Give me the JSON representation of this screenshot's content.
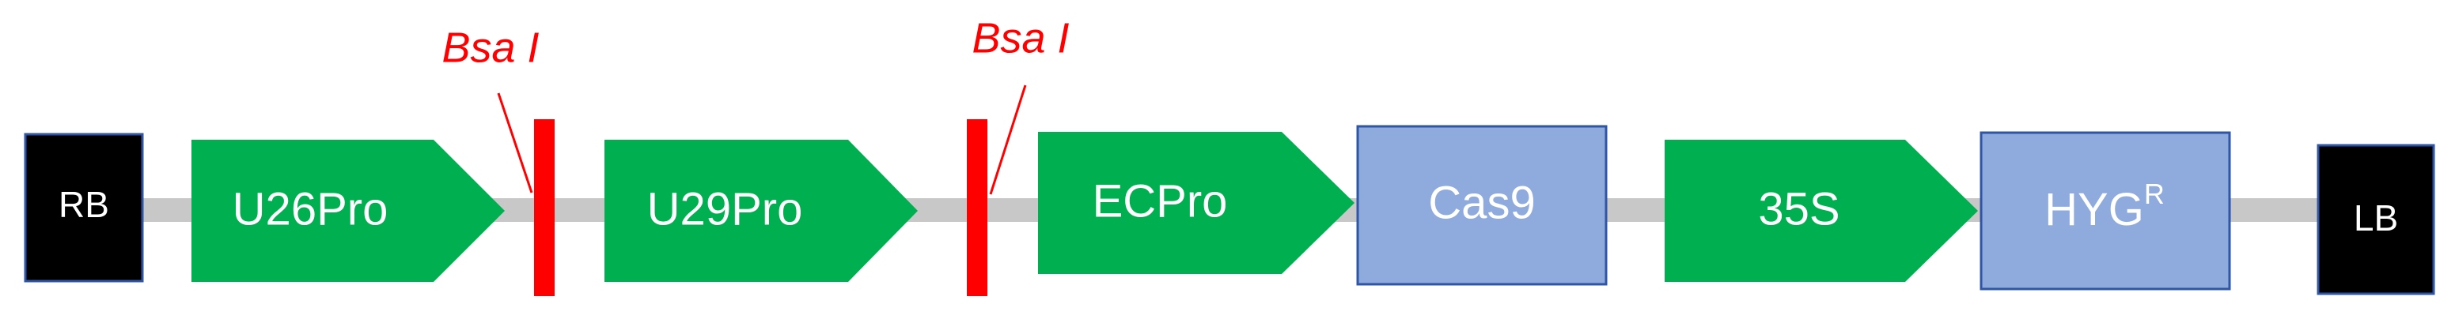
{
  "colors": {
    "backbone": "#c8c8c8",
    "promoter": "#00b050",
    "gene": "#8faadc",
    "gene_border": "#2f55a4",
    "border": "#000000",
    "site": "#ff0000",
    "text": "#ffffff"
  },
  "elements": {
    "rb": "RB",
    "u26": "U26Pro",
    "u29": "U29Pro",
    "ec": "ECPro",
    "cas9": "Cas9",
    "s35": "35S",
    "hyg": "HYG",
    "hyg_sup": "R",
    "lb": "LB"
  },
  "sites": {
    "site1": "Bsa I",
    "site2": "Bsa I"
  }
}
